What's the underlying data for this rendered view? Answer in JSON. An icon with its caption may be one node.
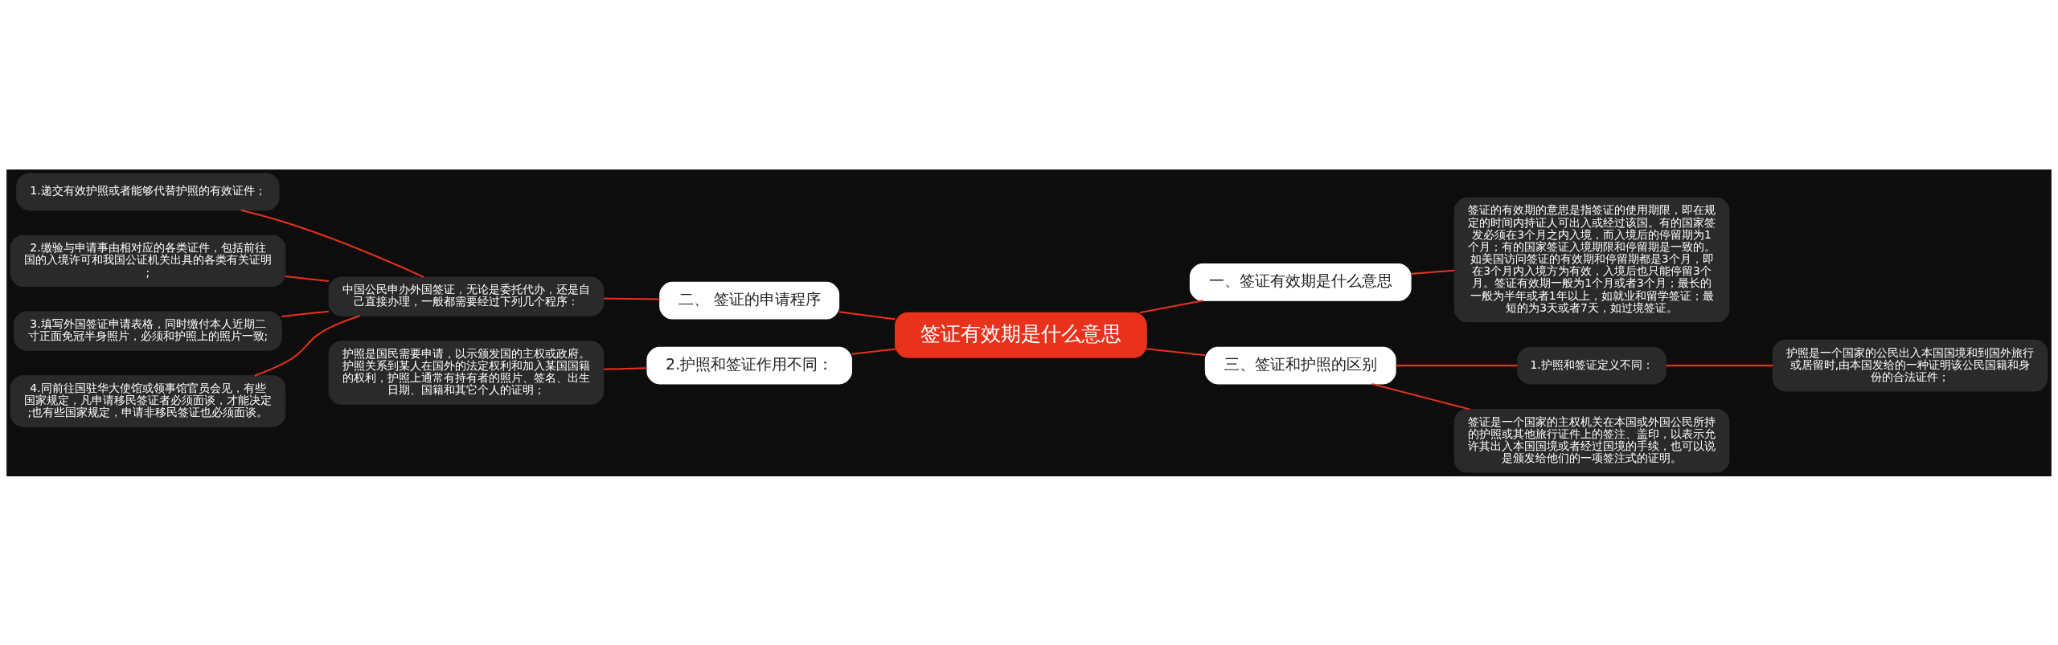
{
  "diagram": {
    "nodes": [
      {
        "text": [
          "签证有效期是什么意思"
        ]
      },
      {
        "text": [
          "一、签证有效期是什么意思"
        ]
      },
      {
        "text": [
          "签证的有效期的意思是指签证的使用期限，即在规定的时间内持证人可出入或经过该国。有的国家签发必须在3个月之内入境，而入境后的停留期为1个月；有的国家签证入境期限和停留期是一致的。如美国访问签证的有效期和停留期都是3个月，即在3个月内入境方为有效，入境后也只能停留3个月。签证有效期一般为1个月或者3个月；最长的一般为半年或者1年以上，如就业和留学签证；最短的为3天或者7天，如过境签证。"
        ]
      },
      {
        "text": [
          "三、签证和护照的区别"
        ]
      },
      {
        "text": [
          "1.护照和签证定义不同："
        ]
      },
      {
        "text": [
          "护照是一个国家的公民出入本国国境和到国外旅行或居留时,由本国发给的一种证明该公民国籍和身份的合法证件；"
        ]
      },
      {
        "text": [
          "签证是一个国家的主权机关在本国或外国公民所持的护照或其他旅行证件上的签注、盖印，以表示允许其出入本国国境或者经过国境的手续，也可以说是颁发给他们的一项签注式的证明。"
        ]
      },
      {
        "text": [
          "二、 签证的申请程序"
        ]
      },
      {
        "text": [
          "中国公民申办外国签证，无论是委托代办，还是自己直接办理，一般都需要经过下列几个程序："
        ]
      },
      {
        "text": [
          "1.递交有效护照或者能够代替护照的有效证件；"
        ]
      },
      {
        "text": [
          "2.缴验与申请事由相对应的各类证件，包括前往国的入境许可和我国公证机关出具的各类有关证明;"
        ]
      },
      {
        "text": [
          "3.填写外国签证申请表格，同时缴付本人近期二寸正面免冠半身照片，必须和护照上的照片一致;"
        ]
      },
      {
        "text": [
          "4.同前往国驻华大使馆或领事馆官员会见，有些国家规定，凡申请移民签证者必须面谈，才能决定;也有些国家规定，申请非移民签证也必须面谈。"
        ]
      },
      {
        "text": [
          "2.护照和签证作用不同："
        ]
      },
      {
        "text": [
          "护照是国民需要申请，以示颁发国的主权或政府。护照关系到某人在国外的法定权利和加入某国国籍的权利，护照上通常有持有者的照片、签名、出生日期、国籍和其它个人的证明；"
        ]
      }
    ],
    "edges": [
      {
        "from": 0,
        "to": 1,
        "arrow": "none"
      },
      {
        "from": 1,
        "to": 2,
        "arrow": "none"
      },
      {
        "from": 0,
        "to": 3,
        "arrow": "none"
      },
      {
        "from": 3,
        "to": 4,
        "arrow": "none"
      },
      {
        "from": 4,
        "to": 5,
        "arrow": "none"
      },
      {
        "from": 3,
        "to": 6,
        "arrow": "none"
      },
      {
        "from": 0,
        "to": 7,
        "arrow": "none"
      },
      {
        "from": 7,
        "to": 8,
        "arrow": "none"
      },
      {
        "from": 8,
        "to": 9,
        "arrow": "none"
      },
      {
        "from": 8,
        "to": 10,
        "arrow": "none"
      },
      {
        "from": 8,
        "to": 11,
        "arrow": "none"
      },
      {
        "from": 8,
        "to": 12,
        "arrow": "none"
      },
      {
        "from": 0,
        "to": 13,
        "arrow": "none"
      },
      {
        "from": 13,
        "to": 14,
        "arrow": "none"
      }
    ]
  }
}
